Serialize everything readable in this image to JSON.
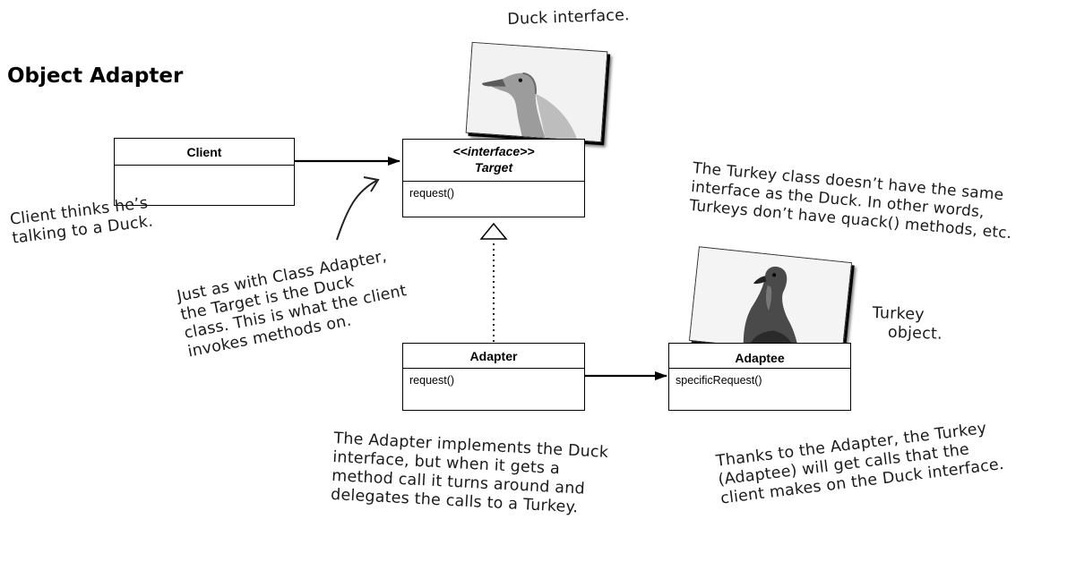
{
  "title": "Object Adapter",
  "classes": {
    "client": {
      "name": "Client"
    },
    "target": {
      "stereotype_open": "<<",
      "stereotype": "interface",
      "stereotype_close": ">>",
      "name": "Target",
      "method": "request()"
    },
    "adapter": {
      "name": "Adapter",
      "method": "request()"
    },
    "adaptee": {
      "name": "Adaptee",
      "method": "specificRequest()"
    }
  },
  "notes": {
    "duck_interface": "Duck interface.",
    "client_thinks": [
      "Client thinks he’s",
      "talking to a Duck."
    ],
    "target_is_duck": [
      "Just as with Class Adapter,",
      "the Target is the Duck",
      "class. This is what the client",
      "invokes methods on."
    ],
    "turkey_class": [
      "The Turkey class doesn’t have the same",
      "interface as the Duck. In other words,",
      "Turkeys don’t have quack() methods, etc."
    ],
    "turkey_object": [
      "Turkey",
      "object."
    ],
    "adapter_implements": [
      "The Adapter implements the Duck",
      "interface, but when it gets a",
      "method call it turns around and",
      "delegates the calls to a Turkey."
    ],
    "thanks_adapter": [
      "Thanks to the Adapter, the Turkey",
      "(Adaptee) will get calls that the",
      "client makes on the Duck interface."
    ]
  },
  "images": {
    "duck": "duck-photo",
    "turkey": "turkey-photo"
  }
}
